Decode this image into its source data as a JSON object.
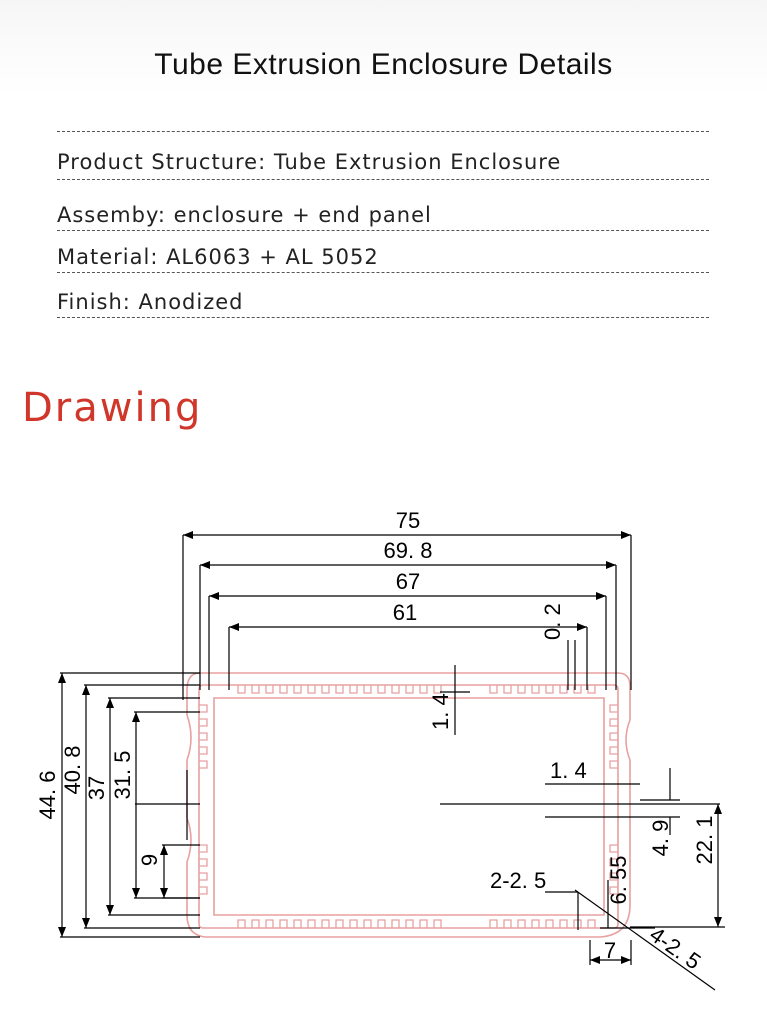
{
  "header": {
    "title": "Tube Extrusion Enclosure Details"
  },
  "specs": {
    "structure": "Product Structure: Tube Extrusion Enclosure",
    "assembly": "Assemby:  enclosure + end panel",
    "material": "Material: AL6063 + AL 5052",
    "finish": "Finish: Anodized"
  },
  "drawing": {
    "title": "Drawing",
    "dims": {
      "w75": "75",
      "w698": "69. 8",
      "w67": "67",
      "w61": "61",
      "d02": "0. 2",
      "d14a": "1. 4",
      "d14b": "1. 4",
      "h446": "44. 6",
      "h408": "40. 8",
      "h37": "37",
      "h315": "31. 5",
      "h9": "9",
      "d49": "4. 9",
      "h221": "22. 1",
      "d225a": "2-2. 5",
      "d655": "6. 55",
      "d7": "7",
      "d425": "4-2. 5"
    }
  },
  "colors": {
    "accent": "#d0362a",
    "outline": "#e8a0a0"
  }
}
